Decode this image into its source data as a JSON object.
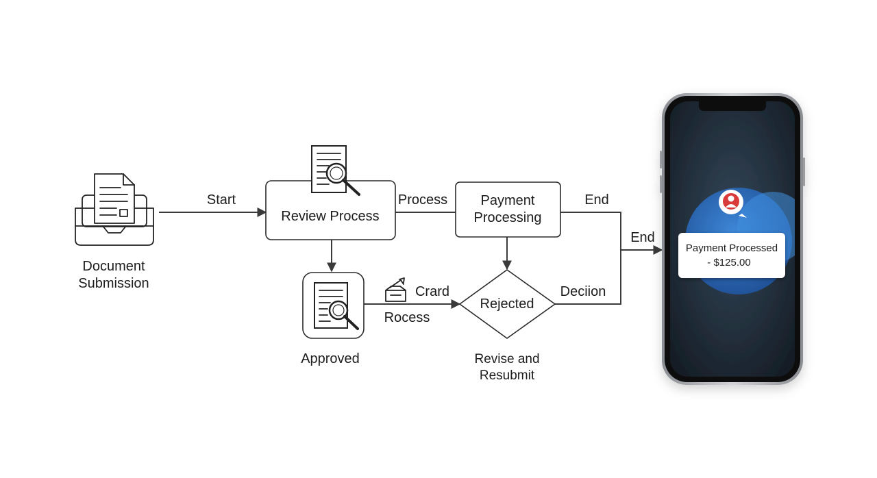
{
  "nodes": {
    "document_submission": {
      "line1": "Document",
      "line2": "Submission"
    },
    "review_process": {
      "label": "Review Process"
    },
    "payment_processing": {
      "line1": "Payment",
      "line2": "Processing"
    },
    "approved": {
      "label": "Approved"
    },
    "rejected": {
      "label": "Rejected"
    },
    "revise": {
      "line1": "Revise and",
      "line2": "Resubmit"
    }
  },
  "edges": {
    "start": "Start",
    "process": "Process",
    "end_top": "End",
    "end_phone": "End",
    "card": "Crard",
    "rocess": "Rocess",
    "decision": "Deciion"
  },
  "phone": {
    "notification_line1": "Payment Processed",
    "notification_line2": "- $125.00"
  },
  "icons": [
    "inbox-tray-icon",
    "document-search-icon",
    "card-reader-icon",
    "user-avatar-icon"
  ],
  "colors": {
    "line": "#3a3a3a",
    "phone_screen": "#1f2933",
    "blob": "#2f6fbf",
    "avatar": "#d93a3a"
  }
}
